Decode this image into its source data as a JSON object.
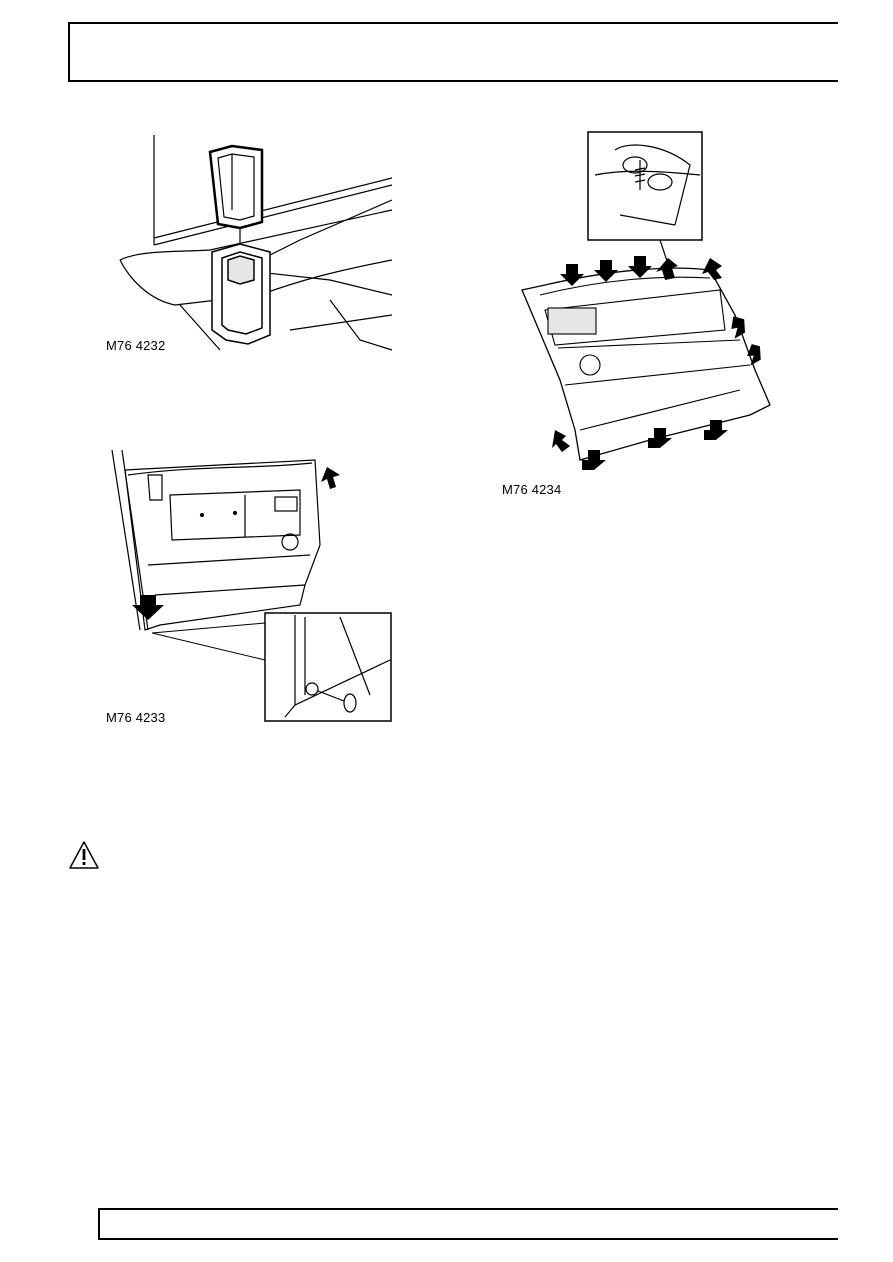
{
  "figures": [
    {
      "id": "fig1",
      "caption": "M76 4232"
    },
    {
      "id": "fig2",
      "caption": "M76 4233"
    },
    {
      "id": "fig3",
      "caption": "M76 4234"
    }
  ],
  "icons": {
    "arrow": "fastener-arrow-icon",
    "warning": "warning-triangle-icon",
    "clip": "trim-clip-icon"
  },
  "colors": {
    "ink": "#000000",
    "paper": "#ffffff",
    "shade": "#e6e6e6"
  }
}
